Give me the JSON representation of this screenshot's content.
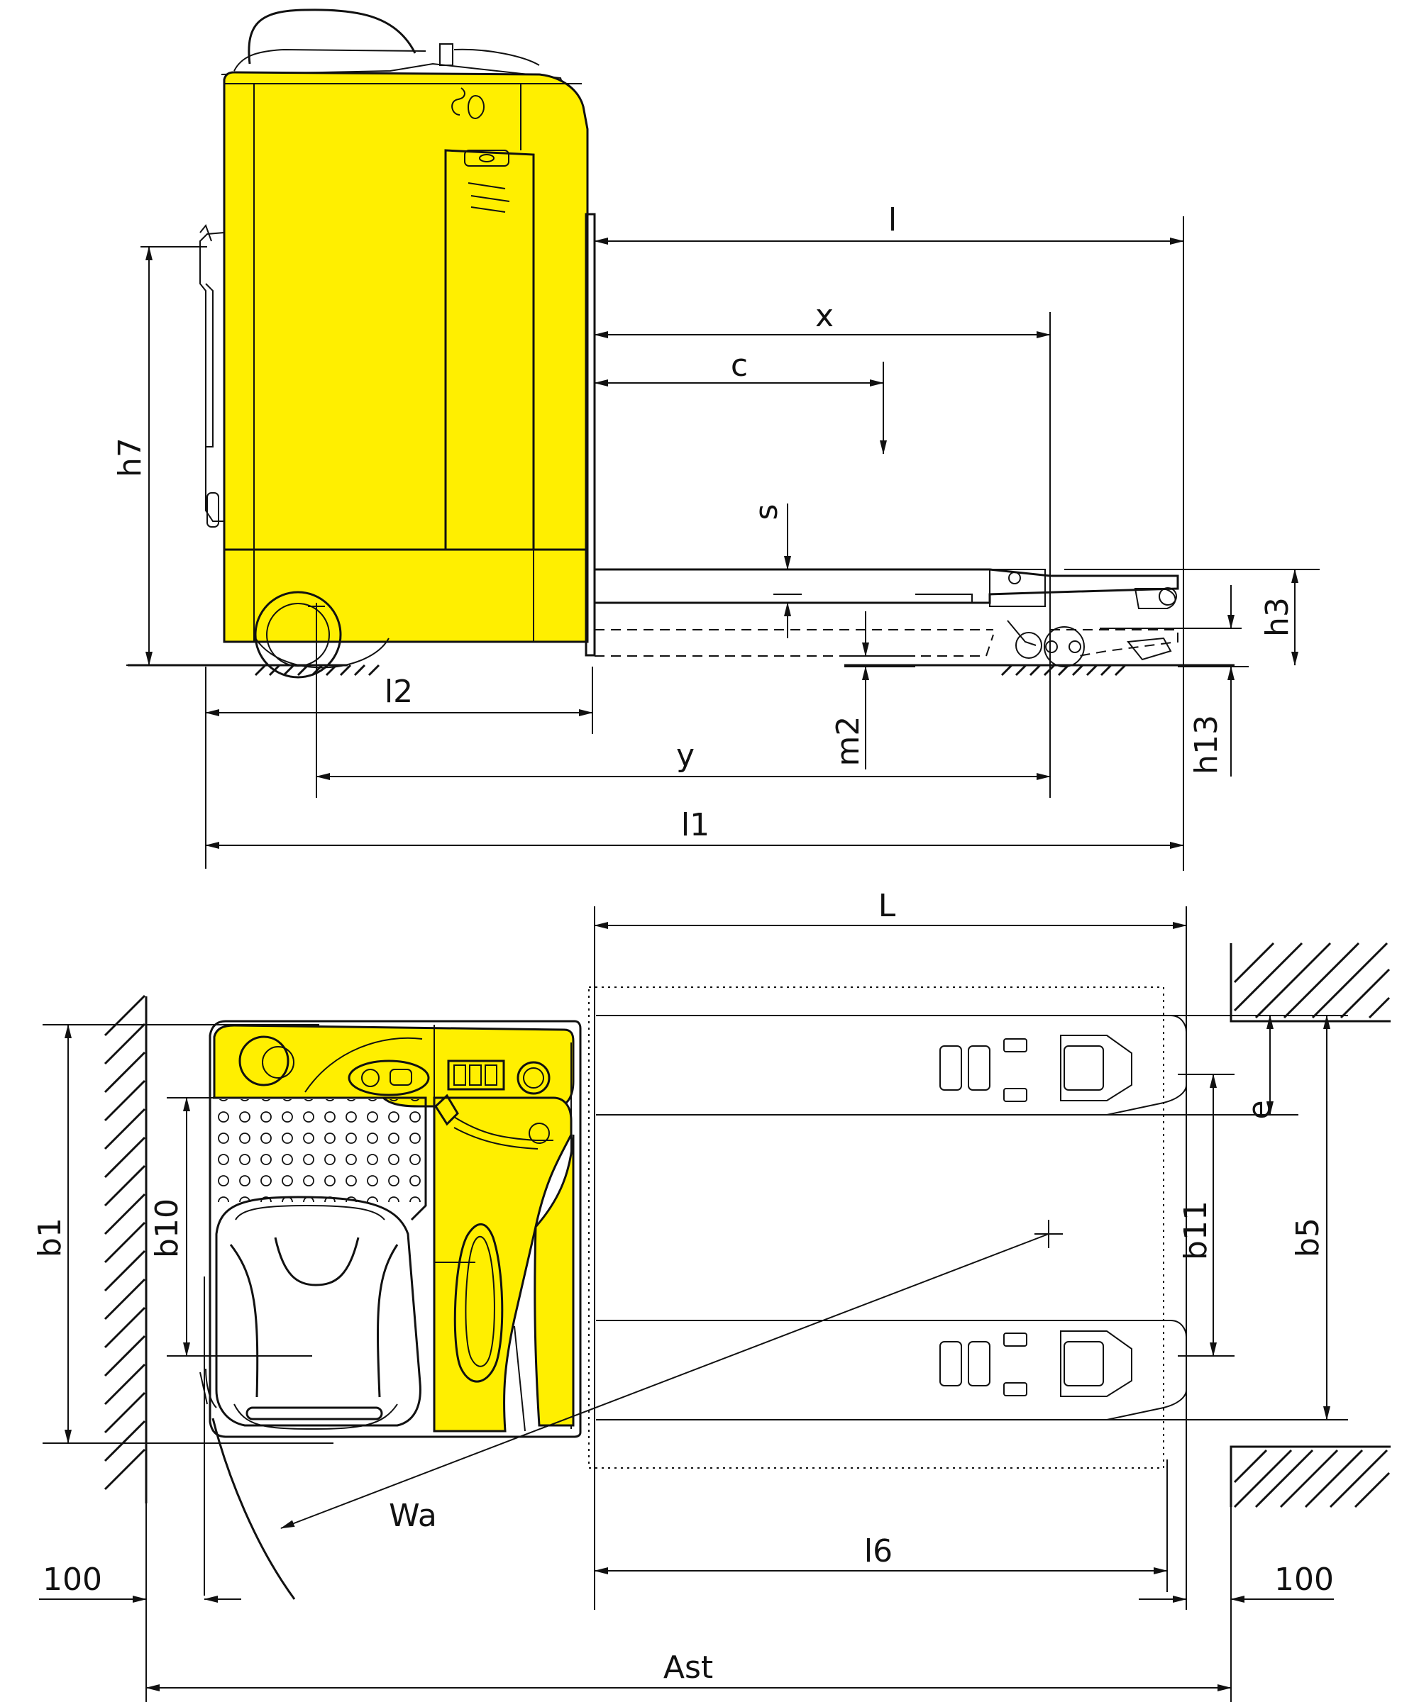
{
  "colors": {
    "body": "#FFEF00",
    "ink": "#111111",
    "paper": "#FFFFFF"
  },
  "side_view": {
    "dimensions": {
      "l": "l",
      "x": "x",
      "c": "c",
      "s": "s",
      "h7": "h7",
      "h3": "h3",
      "l2": "l2",
      "m2": "m2",
      "y": "y",
      "h13": "h13",
      "l1": "l1"
    }
  },
  "top_view": {
    "dimensions": {
      "L": "L",
      "e": "e",
      "b1": "b1",
      "b10": "b10",
      "b11": "b11",
      "b5": "b5",
      "Wa": "Wa",
      "l6": "l6",
      "clearance_left": "100",
      "clearance_right": "100",
      "Ast": "Ast"
    }
  }
}
